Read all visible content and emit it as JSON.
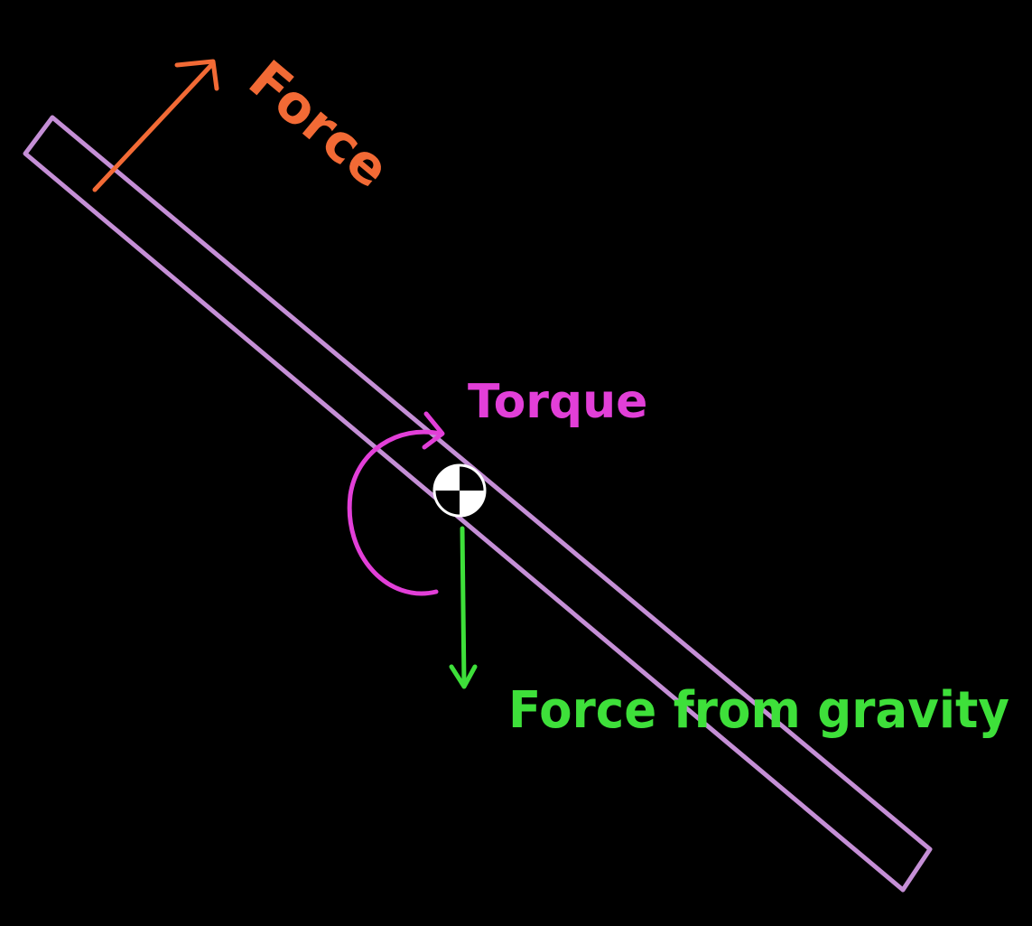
{
  "labels": {
    "force": "Force",
    "torque": "Torque",
    "gravity": "Force from gravity"
  },
  "colors": {
    "background": "#000000",
    "beam": "#c58fd6",
    "force": "#f26a35",
    "torque": "#e23fd8",
    "gravity": "#3ee03a",
    "center_of_mass": "#ffffff"
  },
  "icons": {
    "center_of_mass": "center-of-mass-icon"
  }
}
